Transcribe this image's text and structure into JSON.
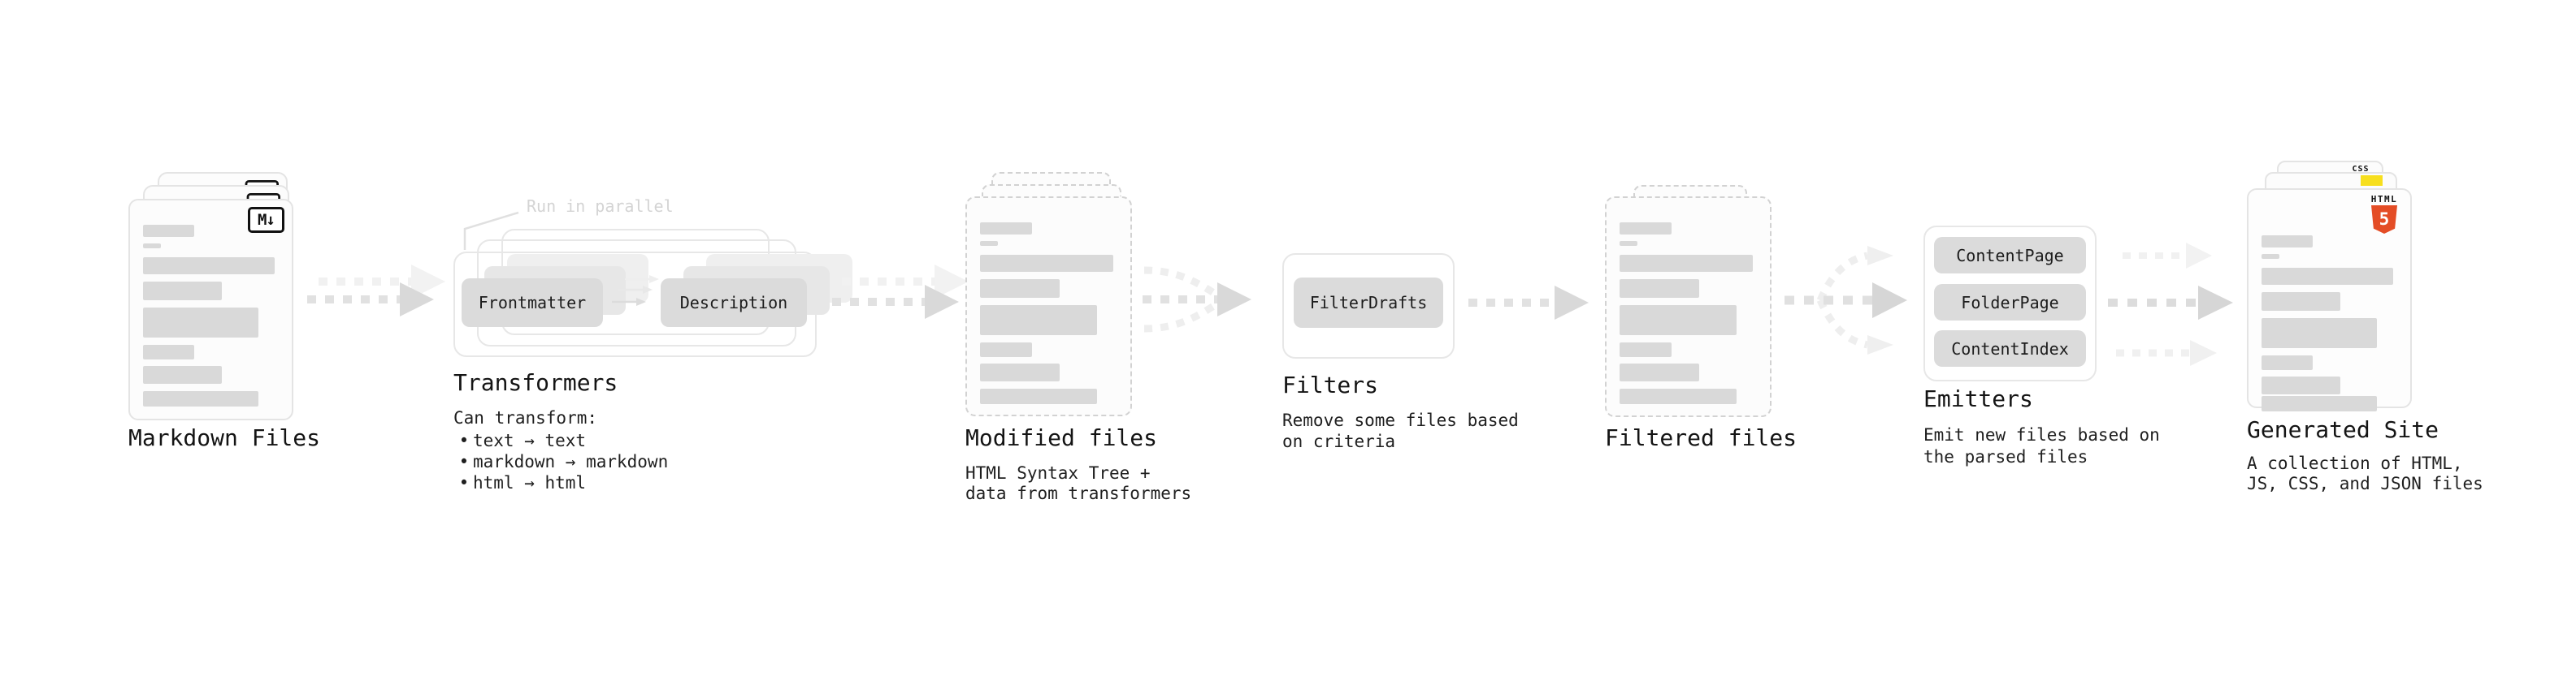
{
  "colors": {
    "html5_orange": "#e44d26",
    "js_yellow": "#f7df1e",
    "css_blue": "#2b6be4"
  },
  "stages": {
    "markdown": {
      "label": "Markdown Files",
      "badge": "M↓"
    },
    "transformers": {
      "label": "Transformers",
      "annotation": "Run in parallel",
      "buttons": [
        "Frontmatter",
        "Description"
      ],
      "notes_title": "Can transform:",
      "bullet": "•",
      "notes": [
        "text → text",
        "markdown → markdown",
        "html → html"
      ]
    },
    "modified": {
      "label": "Modified files",
      "description": [
        "HTML Syntax Tree +",
        "data from transformers"
      ]
    },
    "filters": {
      "label": "Filters",
      "buttons": [
        "FilterDrafts"
      ],
      "description": [
        "Remove some files based",
        "on criteria"
      ]
    },
    "filtered": {
      "label": "Filtered files"
    },
    "emitters": {
      "label": "Emitters",
      "buttons": [
        "ContentPage",
        "FolderPage",
        "ContentIndex"
      ],
      "description": [
        "Emit new files based on",
        "the parsed files"
      ]
    },
    "generated": {
      "label": "Generated Site",
      "description": [
        "A collection of HTML,",
        "JS, CSS, and JSON files"
      ],
      "badges": {
        "html_text": "HTML",
        "html_five": "5",
        "css": "CSS"
      }
    }
  }
}
